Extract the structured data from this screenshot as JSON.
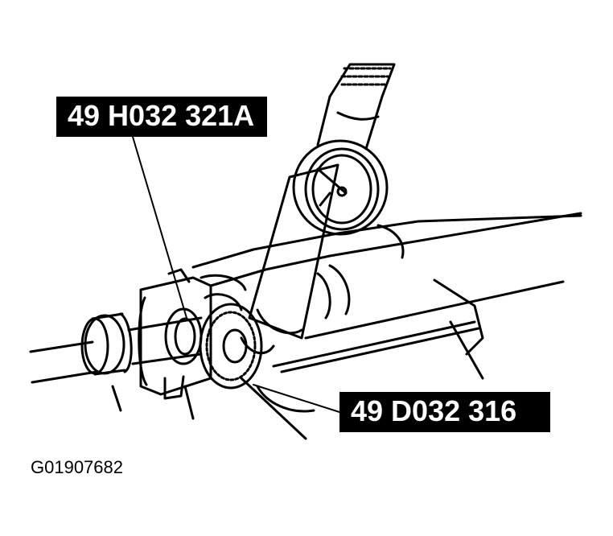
{
  "callouts": [
    {
      "label": "49 H032 321A"
    },
    {
      "label": "49 D032 316"
    }
  ],
  "figure": {
    "id": "G01907682"
  },
  "colors": {
    "ink": "#000000",
    "paper": "#ffffff"
  }
}
